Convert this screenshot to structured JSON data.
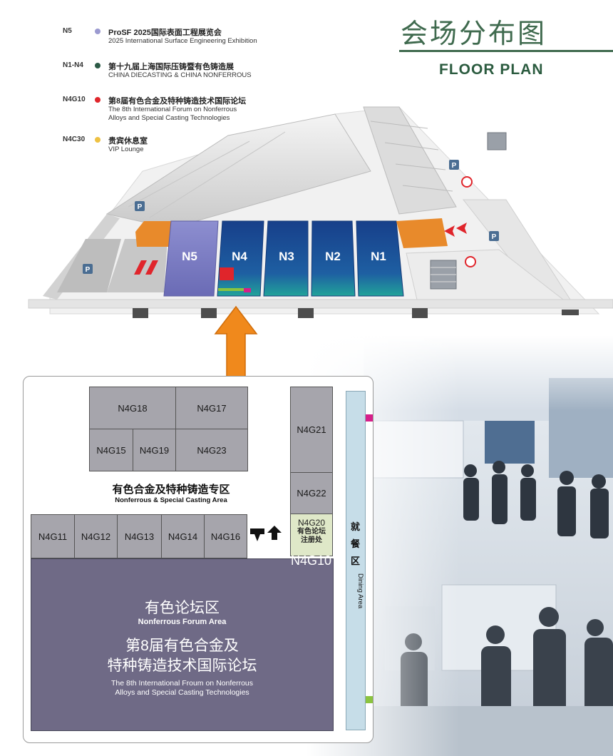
{
  "title": {
    "cn": "会场分布图",
    "en": "FLOOR PLAN"
  },
  "legend": [
    {
      "code": "N5",
      "color": "#9b9ad0",
      "cn": "ProSF 2025国际表面工程展览会",
      "en": [
        "2025 International Surface Engineering Exhibition"
      ]
    },
    {
      "code": "N1-N4",
      "color": "#2c5a46",
      "cn": "第十九届上海国际压铸暨有色铸造展",
      "en": [
        "CHINA DIECASTING & CHINA NONFERROUS"
      ]
    },
    {
      "code": "N4G10",
      "color": "#e0252b",
      "cn": "第8届有色合金及特种铸造技术国际论坛",
      "en": [
        "The 8th International Forum on Nonferrous",
        "Alloys and Special Casting Technologies"
      ]
    },
    {
      "code": "N4C30",
      "color": "#eec142",
      "cn": "贵宾休息室",
      "en": [
        "VIP Lounge"
      ]
    }
  ],
  "map": {
    "halls": [
      "N5",
      "N4",
      "N3",
      "N2",
      "N1"
    ],
    "parking": "P"
  },
  "detail": {
    "booths": [
      "N4G18",
      "N4G17",
      "N4G15",
      "N4G19",
      "N4G23",
      "N4G21",
      "N4G22",
      "N4G11",
      "N4G12",
      "N4G13",
      "N4G14",
      "N4G16"
    ],
    "zone": {
      "cn": "有色合金及特种铸造专区",
      "en": "Nonferrous & Special Casting Area"
    },
    "registration": {
      "code": "N4G20",
      "line1": "有色论坛",
      "line2": "注册处"
    },
    "forum": {
      "code": "N4G10",
      "cn1": "有色论坛区",
      "en1": "Nonferrous Forum Area",
      "cn2a": "第8届有色合金及",
      "cn2b": "特种铸造技术国际论坛",
      "en2a": "The 8th International Froum on Nonferrous",
      "en2b": "Alloys and Special Casting Technologies"
    },
    "dining": {
      "cn": "就\n餐\n区",
      "en": "Dining Area"
    }
  },
  "colors": {
    "title_green": "#3f6a4e",
    "hall_n5": "#7e7fc4",
    "hall_blue": "#1e4f9c",
    "hall_teal": "#1f8a8c",
    "orange": "#e88a2b",
    "booth_grey": "#a6a5ac",
    "forum_purple": "#6f6a86",
    "reg_green": "#dfe8c8",
    "dining_blue": "#c6dde8"
  },
  "icons": [
    "up-arrow-icon",
    "parking-icon",
    "entrance-icon",
    "restaurant-icon",
    "up-down-arrows-icon",
    "red-chevron-arrows-icon"
  ]
}
